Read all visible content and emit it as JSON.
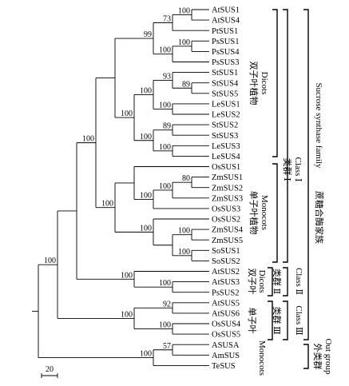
{
  "leaves": [
    "AtSUS1",
    "AtSUS4",
    "PtSUS1",
    "PsSUS1",
    "PsSUS4",
    "PsSUS3",
    "StSUS1",
    "StSUS4",
    "StSUS5",
    "LeSUS1",
    "LeSUS2",
    "StSUS2",
    "StSUS3",
    "LeSUS3",
    "LeSUS4",
    "OsSUS1",
    "ZmSUS1",
    "ZmSUS2",
    "ZmSUS3",
    "OsSUS3",
    "OsSUS2",
    "ZmSUS4",
    "ZmSUS5",
    "SoSUS1",
    "SoSUS2",
    "AtSUS2",
    "AtSUS3",
    "PsSUS2",
    "AtSUS5",
    "AtSUS6",
    "OsSUS4",
    "OsSUS5",
    "ASUSA",
    "AmSUS",
    "TeSUS"
  ],
  "bootstrap": {
    "n_at14": "100",
    "n_pt": "73",
    "n_ps14": "100",
    "n_ps": "100",
    "n_dic1": "99",
    "n_st45": "89",
    "n_st1": "93",
    "n_le12": "100",
    "n_stle_a": "100",
    "n_st23": "89",
    "n_le34": "100",
    "n_stle_b": "100",
    "n_stle": "100",
    "n_zm12": "80",
    "n_zm123": "100",
    "n_os3": "100",
    "n_zm45": "100",
    "n_so": "100",
    "n_os2": "100",
    "n_mono1": "100",
    "n_class1": "100",
    "n_at3ps2": "100",
    "n_class2": "100",
    "n_at56": "92",
    "n_os45": "100",
    "n_class3": "100",
    "n_sus_family": "100",
    "n_asusa": "57",
    "n_out": "100"
  },
  "groups": {
    "dicots1_cn": "双子叶植物",
    "dicots1_en": "Dicots",
    "monocots1_cn": "单子叶植物",
    "monocots1_en": "Monocots",
    "class1_cn": "类群 Ⅰ",
    "class1_en": "Class Ⅰ",
    "dicots2_cn": "双子叶",
    "dicots2_en": "Dicots",
    "class2_cn": "类群 Ⅱ",
    "class2_en": "Class Ⅱ",
    "monocots2_cn": "单子叶",
    "monocots2_en": "Monocots",
    "class3_cn": "类群 Ⅲ",
    "class3_en": "Class Ⅲ",
    "family_cn": "蔗糖合酶家族",
    "family_en": "Sucrose synthase family",
    "out_cn": "外类群",
    "out_en": "Out group"
  },
  "scale_label": "20"
}
